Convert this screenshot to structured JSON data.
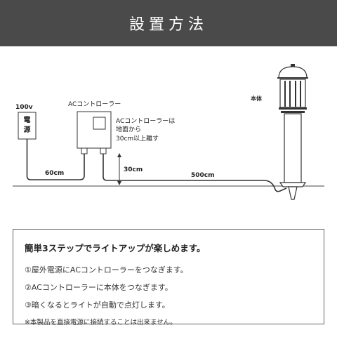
{
  "header": {
    "title": "設置方法"
  },
  "diagram": {
    "label_100v": "100v",
    "outlet_label": "電\n源",
    "ac_controller_label": "ACコントローラー",
    "ac_note_line1": "ACコントローラーは",
    "ac_note_line2": "地面から",
    "ac_note_line3": "30cm以上離す",
    "cable_60": "60cm",
    "height_30": "30cm",
    "cable_500": "500cm",
    "body_label": "本体"
  },
  "instructions": {
    "title": "簡単3ステップでライトアップが楽しめます。",
    "steps": [
      "①屋外電源にACコントローラーをつなぎます。",
      "②ACコントローラーに本体をつなぎます。",
      "③暗くなるとライトが自動で点灯します。"
    ],
    "note": "※本製品を直接電源に接続することは出来ません。"
  }
}
